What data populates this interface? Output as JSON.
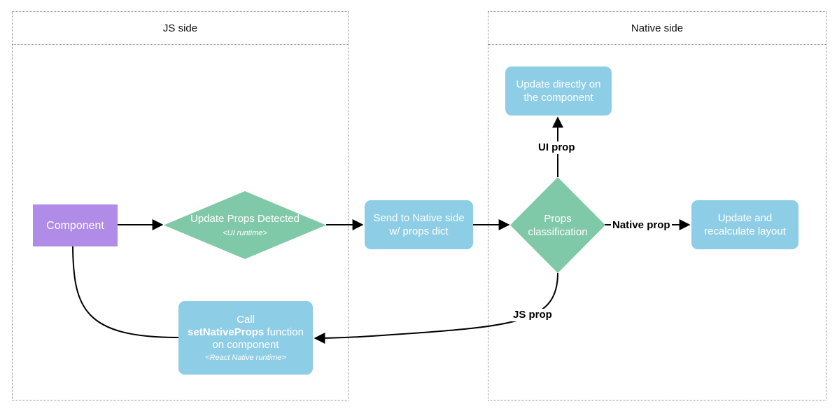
{
  "lanes": {
    "js": "JS side",
    "native": "Native side"
  },
  "nodes": {
    "component": "Component",
    "update_props": {
      "title": "Update Props Detected",
      "sub": "<UI runtime>"
    },
    "send_native": {
      "line1": "Send to Native side",
      "line2": "w/ props dict"
    },
    "classification": {
      "line1": "Props",
      "line2": "classification"
    },
    "update_directly": {
      "line1": "Update directly on",
      "line2": "the component"
    },
    "update_layout": {
      "line1": "Update and",
      "line2": "recalculate layout"
    },
    "call_set": {
      "line1": "Call",
      "fn": "setNativeProps",
      "fn_suffix": " function",
      "line3": "on component",
      "sub": "<React Native runtime>"
    }
  },
  "edge_labels": {
    "ui_prop": "UI prop",
    "native_prop": "Native prop",
    "js_prop": "JS prop"
  },
  "colors": {
    "blue": "#8ecde6",
    "green": "#80c9a8",
    "purple": "#b08be8"
  }
}
